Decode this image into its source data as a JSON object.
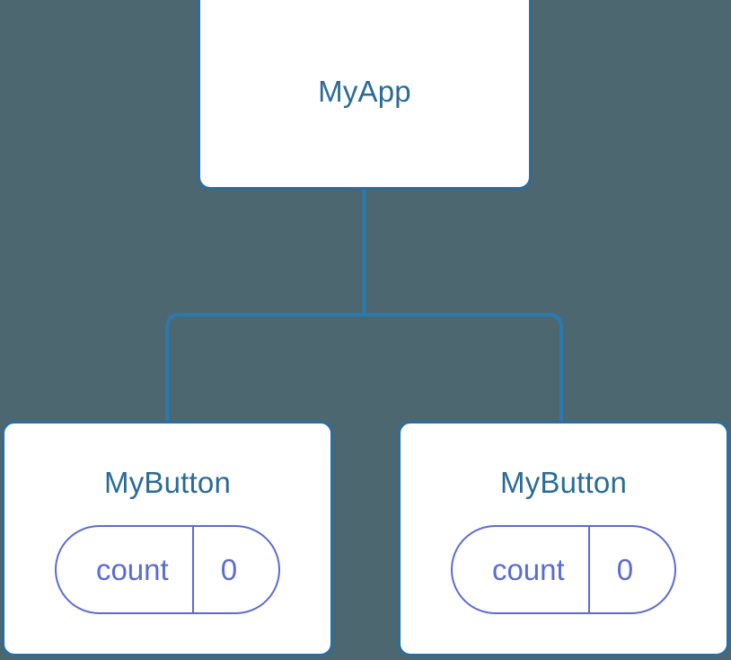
{
  "diagram": {
    "type": "component-tree",
    "background_color": "#4c6770",
    "edge_color": "#2a7ab0",
    "node_border_color": "#2d6d9e",
    "node_background_color": "#ffffff",
    "node_title_color": "#2a6b96",
    "pill_color": "#5b6bd4",
    "root": {
      "title": "MyApp",
      "state": null
    },
    "children": [
      {
        "title": "MyButton",
        "state": {
          "key": "count",
          "value": "0"
        }
      },
      {
        "title": "MyButton",
        "state": {
          "key": "count",
          "value": "0"
        }
      }
    ],
    "edges": [
      {
        "from": "MyApp",
        "to": "MyButton"
      },
      {
        "from": "MyApp",
        "to": "MyButton"
      }
    ]
  }
}
